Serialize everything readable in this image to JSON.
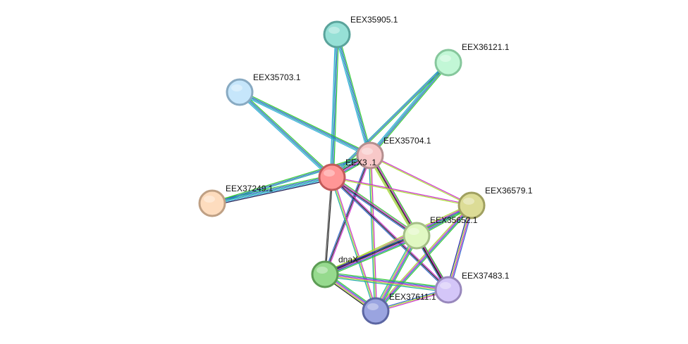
{
  "diagram": {
    "type": "protein-interaction-network",
    "nodes": [
      {
        "id": "EEX35905.1",
        "label": "EEX35905.1",
        "fill": "#96e0d6",
        "stroke": "#5aa39b"
      },
      {
        "id": "EEX36121.1",
        "label": "EEX36121.1",
        "fill": "#c2f7d6",
        "stroke": "#86c79c"
      },
      {
        "id": "EEX35703.1",
        "label": "EEX35703.1",
        "fill": "#c6e6fb",
        "stroke": "#88aac2"
      },
      {
        "id": "EEX35704.1",
        "label": "EEX35704.1",
        "fill": "#f8c8c8",
        "stroke": "#b48f8f"
      },
      {
        "id": "EEX35700.1",
        "label": "EEX3     .1",
        "fill": "#ff9696",
        "stroke": "#c25a5a"
      },
      {
        "id": "EEX37249.1",
        "label": "EEX37249.1",
        "fill": "#fddcbe",
        "stroke": "#bfa084"
      },
      {
        "id": "EEX36579.1",
        "label": "EEX36579.1",
        "fill": "#dcdc96",
        "stroke": "#a0a060"
      },
      {
        "id": "EEX35652.1",
        "label": "EEX35652.1",
        "fill": "#e0f8c2",
        "stroke": "#a4bf86"
      },
      {
        "id": "dnaX",
        "label": "dnaX",
        "fill": "#96da8e",
        "stroke": "#5c9c54"
      },
      {
        "id": "EEX37483.1",
        "label": "EEX37483.1",
        "fill": "#d4c6f8",
        "stroke": "#9888bc"
      },
      {
        "id": "EEX37611.1",
        "label": "EEX37611.1",
        "fill": "#9aa4e0",
        "stroke": "#5c66a2"
      }
    ],
    "edges": [
      {
        "source": "EEX35905.1",
        "target": "EEX35700.1",
        "colors": [
          "#33cc33",
          "#3366cc",
          "#22aaaa",
          "#33aadd"
        ]
      },
      {
        "source": "EEX35905.1",
        "target": "EEX35704.1",
        "colors": [
          "#33cc33",
          "#3366cc",
          "#22aaaa",
          "#33aadd"
        ]
      },
      {
        "source": "EEX36121.1",
        "target": "EEX35704.1",
        "colors": [
          "#33cc33",
          "#3366cc",
          "#22aaaa",
          "#33aadd"
        ]
      },
      {
        "source": "EEX36121.1",
        "target": "EEX35700.1",
        "colors": [
          "#33cc33",
          "#3366cc",
          "#22aaaa"
        ]
      },
      {
        "source": "EEX35703.1",
        "target": "EEX35700.1",
        "colors": [
          "#33cc33",
          "#3366cc",
          "#22aaaa",
          "#33aadd"
        ]
      },
      {
        "source": "EEX35703.1",
        "target": "EEX35704.1",
        "colors": [
          "#33cc33",
          "#3366cc",
          "#22aaaa",
          "#33aadd"
        ]
      },
      {
        "source": "EEX37249.1",
        "target": "EEX35700.1",
        "colors": [
          "#33cc33",
          "#3366cc",
          "#22aaaa",
          "#33aadd",
          "#222255"
        ]
      },
      {
        "source": "EEX37249.1",
        "target": "EEX35704.1",
        "colors": [
          "#33cc33",
          "#3366cc",
          "#22aaaa"
        ]
      },
      {
        "source": "EEX35704.1",
        "target": "EEX35700.1",
        "colors": [
          "#33cc33",
          "#3366cc",
          "#cc33cc",
          "#222222",
          "#22aaaa"
        ]
      },
      {
        "source": "EEX35704.1",
        "target": "EEX36579.1",
        "colors": [
          "#cc33cc",
          "#aadd33"
        ]
      },
      {
        "source": "EEX35704.1",
        "target": "EEX35652.1",
        "colors": [
          "#33cc33",
          "#cc33cc",
          "#222222",
          "#3366cc",
          "#aadd33"
        ]
      },
      {
        "source": "EEX35704.1",
        "target": "dnaX",
        "colors": [
          "#cc33cc",
          "#222222",
          "#3366cc"
        ]
      },
      {
        "source": "EEX35704.1",
        "target": "EEX37483.1",
        "colors": [
          "#cc33cc",
          "#222222",
          "#aadd33"
        ]
      },
      {
        "source": "EEX35704.1",
        "target": "EEX37611.1",
        "colors": [
          "#cc33cc",
          "#aadd33",
          "#22aaaa"
        ]
      },
      {
        "source": "EEX35700.1",
        "target": "EEX36579.1",
        "colors": [
          "#cc33cc",
          "#aadd33"
        ]
      },
      {
        "source": "EEX35700.1",
        "target": "EEX35652.1",
        "colors": [
          "#33cc33",
          "#cc33cc",
          "#222222",
          "#3366cc"
        ]
      },
      {
        "source": "EEX35700.1",
        "target": "dnaX",
        "colors": [
          "#222222",
          "#555555"
        ]
      },
      {
        "source": "EEX35700.1",
        "target": "EEX37483.1",
        "colors": [
          "#cc33cc",
          "#222222",
          "#3366cc"
        ]
      },
      {
        "source": "EEX35700.1",
        "target": "EEX37611.1",
        "colors": [
          "#cc33cc",
          "#aadd33",
          "#22aaaa"
        ]
      },
      {
        "source": "EEX36579.1",
        "target": "EEX35652.1",
        "colors": [
          "#33cc33",
          "#3366cc",
          "#cc33cc",
          "#aadd33"
        ]
      },
      {
        "source": "EEX36579.1",
        "target": "dnaX",
        "colors": [
          "#33cc33",
          "#3366cc",
          "#cc33cc",
          "#aadd33"
        ]
      },
      {
        "source": "EEX36579.1",
        "target": "EEX37483.1",
        "colors": [
          "#3366cc",
          "#cc33cc",
          "#aadd33",
          "#2222aa"
        ]
      },
      {
        "source": "EEX36579.1",
        "target": "EEX37611.1",
        "colors": [
          "#33cc33",
          "#3366cc",
          "#cc33cc",
          "#aadd33"
        ]
      },
      {
        "source": "EEX35652.1",
        "target": "dnaX",
        "colors": [
          "#33cc33",
          "#3366cc",
          "#cc33cc",
          "#222222",
          "#2222aa",
          "#aadd33"
        ]
      },
      {
        "source": "EEX35652.1",
        "target": "EEX37483.1",
        "colors": [
          "#33cc33",
          "#cc33cc",
          "#222222",
          "#3366cc"
        ]
      },
      {
        "source": "EEX35652.1",
        "target": "EEX37611.1",
        "colors": [
          "#33cc33",
          "#3366cc",
          "#cc33cc",
          "#aadd33",
          "#22aaaa"
        ]
      },
      {
        "source": "dnaX",
        "target": "EEX37483.1",
        "colors": [
          "#33cc33",
          "#3366cc",
          "#cc33cc",
          "#aadd33",
          "#22aaaa"
        ]
      },
      {
        "source": "dnaX",
        "target": "EEX37611.1",
        "colors": [
          "#33cc33",
          "#3366cc",
          "#cc33cc",
          "#aadd33",
          "#222222"
        ]
      },
      {
        "source": "EEX37483.1",
        "target": "EEX37611.1",
        "colors": [
          "#cc33cc",
          "#aadd33",
          "#3366cc"
        ]
      }
    ]
  }
}
